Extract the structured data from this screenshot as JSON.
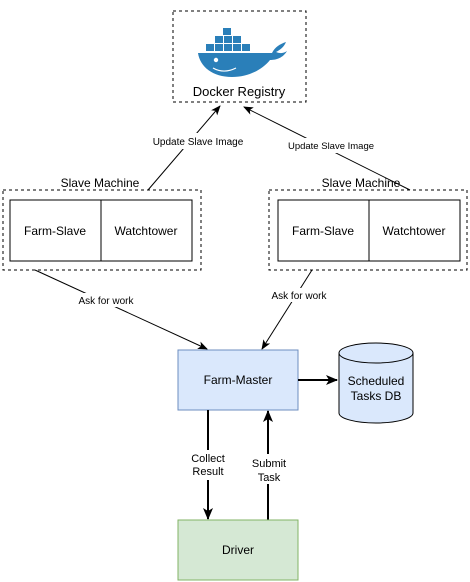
{
  "registry": {
    "label": "Docker Registry",
    "logo_icon": "docker-whale-icon",
    "whale_color": "#2a7fb9"
  },
  "edges": {
    "update_left": "Update Slave Image",
    "update_right": "Update Slave Image",
    "ask_left": "Ask for work",
    "ask_right": "Ask for work",
    "collect": [
      "Collect",
      "Result"
    ],
    "submit": [
      "Submit",
      "Task"
    ]
  },
  "slave_machines": [
    {
      "title": "Slave Machine",
      "farm_slave": "Farm-Slave",
      "watchtower": "Watchtower"
    },
    {
      "title": "Slave Machine",
      "farm_slave": "Farm-Slave",
      "watchtower": "Watchtower"
    }
  ],
  "farm_master": {
    "label": "Farm-Master",
    "fill": "#dae8fc",
    "stroke": "#6c8ebf"
  },
  "scheduled_db": {
    "label": [
      "Scheduled",
      "Tasks DB"
    ],
    "fill": "#dae8fc",
    "stroke": "#000000"
  },
  "driver": {
    "label": "Driver",
    "fill": "#d5e8d4",
    "stroke": "#82b366"
  }
}
